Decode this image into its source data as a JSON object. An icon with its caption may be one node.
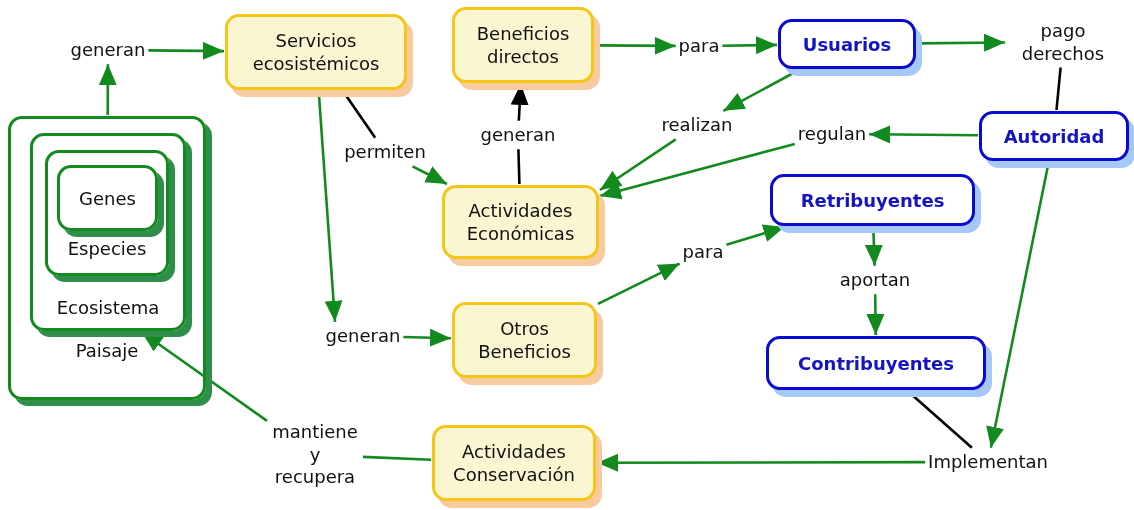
{
  "diagram": {
    "nodes": [
      {
        "text": [
          "Paisaje"
        ]
      },
      {
        "text": [
          "Ecosistema"
        ],
        "in": 0
      },
      {
        "text": [
          "Especies"
        ],
        "in": 1
      },
      {
        "text": [
          "Genes"
        ],
        "in": 2
      },
      {
        "text": [
          "generan"
        ]
      },
      {
        "text": [
          "Servicios ecosistémicos"
        ]
      },
      {
        "text": [
          "Beneficios directos"
        ]
      },
      {
        "text": [
          "para"
        ]
      },
      {
        "text": [
          "Usuarios"
        ]
      },
      {
        "text": [
          "pago derechos"
        ]
      },
      {
        "text": [
          "realizan"
        ]
      },
      {
        "text": [
          "regulan"
        ]
      },
      {
        "text": [
          "Autoridad"
        ]
      },
      {
        "text": [
          "permiten"
        ]
      },
      {
        "text": [
          "generan"
        ]
      },
      {
        "text": [
          "Actividades Económicas"
        ]
      },
      {
        "text": [
          "Retribuyentes"
        ]
      },
      {
        "text": [
          "para"
        ]
      },
      {
        "text": [
          "aportan"
        ]
      },
      {
        "text": [
          "generan"
        ]
      },
      {
        "text": [
          "Otros Beneficios"
        ]
      },
      {
        "text": [
          "Contribuyentes"
        ]
      },
      {
        "text": [
          "mantiene y recupera"
        ]
      },
      {
        "text": [
          "Actividades Conservación"
        ]
      },
      {
        "text": [
          "Implementan"
        ]
      }
    ],
    "edges": [
      {
        "from": 0,
        "to": 4,
        "arrow": "to"
      },
      {
        "from": 4,
        "to": 5,
        "arrow": "to"
      },
      {
        "from": 5,
        "to": 13,
        "arrow": "none",
        "color": "#000000"
      },
      {
        "from": 13,
        "to": 15,
        "arrow": "to"
      },
      {
        "from": 5,
        "to": 19,
        "arrow": "to"
      },
      {
        "from": 19,
        "to": 20,
        "arrow": "to"
      },
      {
        "from": 15,
        "to": 14,
        "arrow": "none",
        "color": "#000000"
      },
      {
        "from": 14,
        "to": 6,
        "arrow": "to",
        "color": "#000000"
      },
      {
        "from": 6,
        "to": 7,
        "arrow": "to"
      },
      {
        "from": 7,
        "to": 8,
        "arrow": "to"
      },
      {
        "from": 8,
        "to": 9,
        "arrow": "to"
      },
      {
        "from": 9,
        "to": 12,
        "arrow": "none",
        "color": "#000000"
      },
      {
        "from": 8,
        "to": 10,
        "arrow": "to"
      },
      {
        "from": 10,
        "to": 15,
        "arrow": "to"
      },
      {
        "from": 12,
        "to": 11,
        "arrow": "to"
      },
      {
        "from": 11,
        "to": 15,
        "arrow": "to"
      },
      {
        "from": 20,
        "to": 17,
        "arrow": "to"
      },
      {
        "from": 17,
        "to": 16,
        "arrow": "to"
      },
      {
        "from": 16,
        "to": 18,
        "arrow": "to"
      },
      {
        "from": 18,
        "to": 21,
        "arrow": "to"
      },
      {
        "from": 12,
        "to": 24,
        "arrow": "to"
      },
      {
        "from": 21,
        "to": 24,
        "arrow": "none",
        "color": "#000000"
      },
      {
        "from": 24,
        "to": 23,
        "arrow": "to"
      },
      {
        "from": 23,
        "to": 22,
        "arrow": "none"
      },
      {
        "from": 22,
        "to": 1,
        "arrow": "to"
      }
    ]
  }
}
